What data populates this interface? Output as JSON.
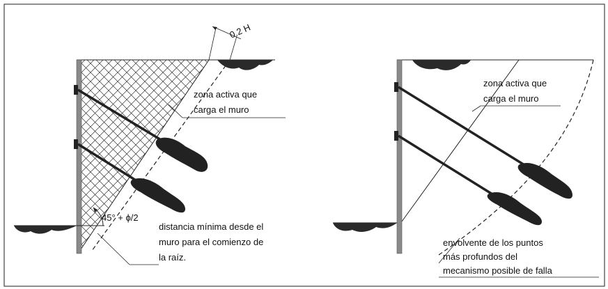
{
  "left_panel": {
    "dimension_label": "0.2 H",
    "active_zone_label": [
      "zona activa que",
      "carga el muro"
    ],
    "angle_label": "45° + ϕ/2",
    "min_distance_label": [
      "distancia mínima desde el",
      "muro para el comienzo de",
      "la raíz."
    ]
  },
  "right_panel": {
    "active_zone_label": [
      "zona activa que",
      "carga el muro"
    ],
    "envelope_label": [
      "envolvente de los puntos",
      "más profundos del",
      "mecanismo posible de falla"
    ]
  },
  "colors": {
    "frame": "#444444",
    "wall": "#8a8a8a",
    "line": "#1a1a1a",
    "soil": "#2a2a2a"
  },
  "icons": [
    "soil-hatch",
    "anchor-root",
    "anchor-head"
  ]
}
